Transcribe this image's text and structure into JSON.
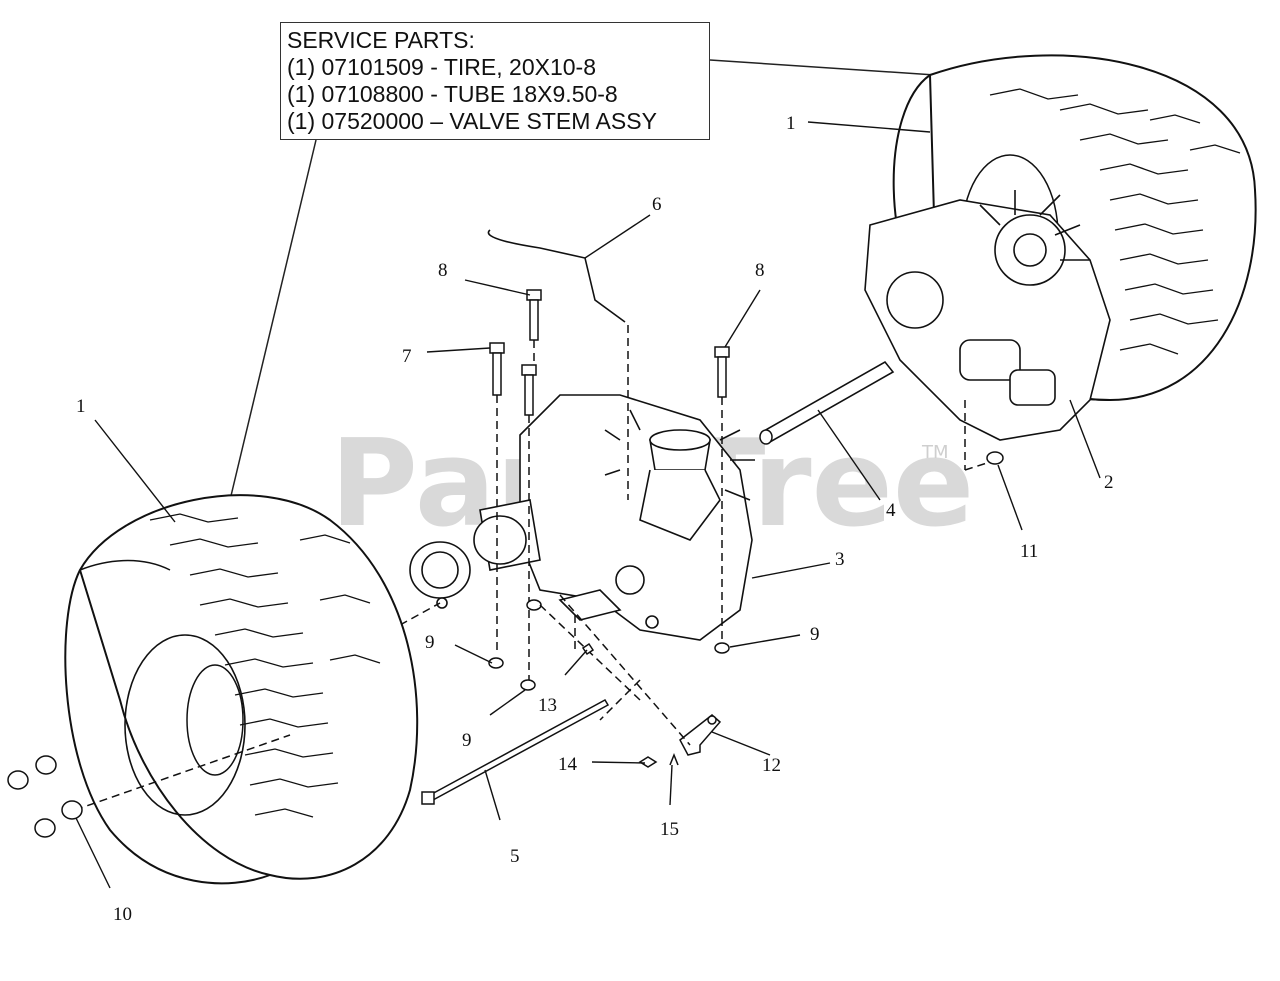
{
  "service_parts": {
    "heading": "SERVICE PARTS:",
    "lines": [
      "(1) 07101509 - TIRE, 20X10-8",
      "(1) 07108800 - TUBE 18X9.50-8",
      "(1) 07520000 – VALVE STEM ASSY"
    ]
  },
  "watermark": {
    "text": "PartsTree",
    "tm": "TM"
  },
  "callouts": {
    "c1_right": "1",
    "c1_left": "1",
    "c2": "2",
    "c3": "3",
    "c4": "4",
    "c5": "5",
    "c6": "6",
    "c7": "7",
    "c8_left": "8",
    "c8_right": "8",
    "c9_left": "9",
    "c9_right": "9",
    "c9_bottom": "9",
    "c10": "10",
    "c11": "11",
    "c12": "12",
    "c13": "13",
    "c14": "14",
    "c15": "15"
  },
  "icons": {
    "tire": "tire-icon",
    "transaxle": "transaxle-icon",
    "axle": "axle-rod-icon",
    "bolt": "bolt-icon",
    "nut": "lug-nut-icon",
    "washer": "washer-icon",
    "bracket": "bracket-icon",
    "wire": "bypass-rod-icon"
  }
}
